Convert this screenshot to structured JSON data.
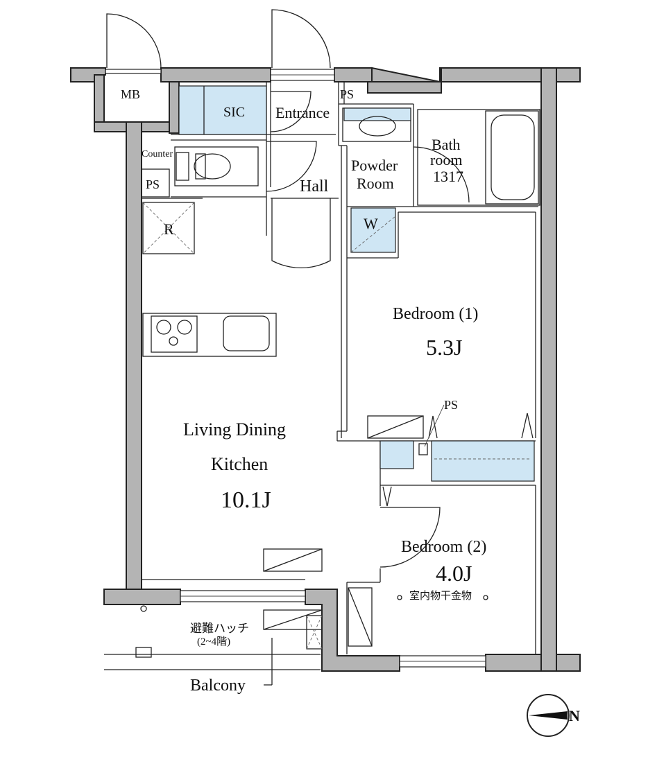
{
  "rooms": {
    "mb": "MB",
    "sic": "SIC",
    "entrance": "Entrance",
    "ps_top": "PS",
    "counter": "Counter",
    "ps_left": "PS",
    "hall": "Hall",
    "powder_1": "Powder",
    "powder_2": "Room",
    "bath_1": "Bath",
    "bath_2": "room",
    "bath_3": "1317",
    "washer": "W",
    "fridge": "R",
    "bedroom1_name": "Bedroom (1)",
    "bedroom1_size": "5.3J",
    "ps_mid": "PS",
    "ldk_1": "Living Dining",
    "ldk_2": "Kitchen",
    "ldk_size": "10.1J",
    "bedroom2_name": "Bedroom (2)",
    "bedroom2_size": "4.0J",
    "drying": "室内物干金物",
    "hatch_1": "避難ハッチ",
    "hatch_2": "(2~4階)",
    "balcony": "Balcony"
  },
  "compass": {
    "label": "N"
  },
  "colors": {
    "wall": "#b4b4b4",
    "storage": "#cfe6f4",
    "line": "#222222"
  }
}
